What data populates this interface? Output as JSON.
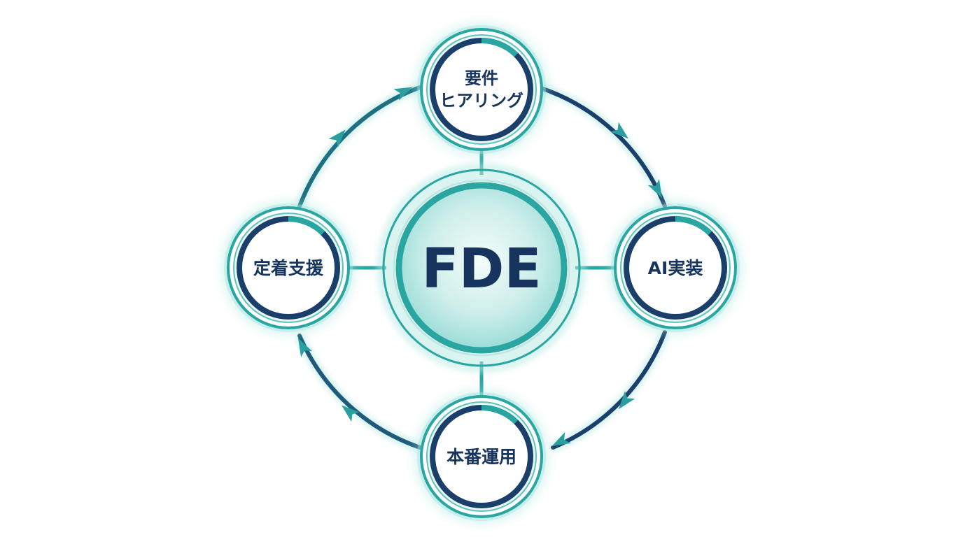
{
  "center": {
    "label": "FDE"
  },
  "nodes": [
    {
      "id": "requirements",
      "lines": [
        "要件",
        "ヒアリング"
      ]
    },
    {
      "id": "ai-implementation",
      "lines": [
        "AI実装"
      ]
    },
    {
      "id": "production-operation",
      "lines": [
        "本番運用"
      ]
    },
    {
      "id": "adoption-support",
      "lines": [
        "定着支援"
      ]
    }
  ],
  "colors": {
    "teal": "#2aa6a2",
    "teal_light": "#7fd3cf",
    "navy": "#17345f",
    "arrow_dark": "#1b3f6b",
    "glow": "#6fd6cf",
    "center_fill_inner": "#f2fbfa",
    "center_fill_outer": "#a8e2dd"
  }
}
